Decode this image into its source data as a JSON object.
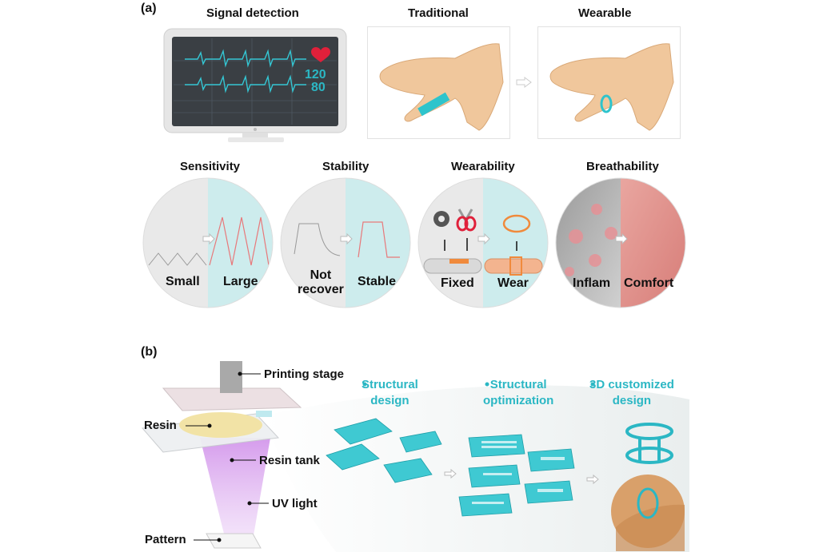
{
  "panel_a": {
    "tag": "(a)",
    "titles": {
      "signal": "Signal detection",
      "traditional": "Traditional",
      "wearable": "Wearable"
    },
    "monitor": {
      "value_top": "120",
      "value_bottom": "80"
    },
    "properties": [
      {
        "title": "Sensitivity",
        "left": "Small",
        "right": "Large"
      },
      {
        "title": "Stability",
        "left": "Not\nrecover",
        "right": "Stable"
      },
      {
        "title": "Wearability",
        "left": "Fixed",
        "right": "Wear"
      },
      {
        "title": "Breathability",
        "left": "Inflam",
        "right": "Comfort"
      }
    ]
  },
  "panel_b": {
    "tag": "(b)",
    "printer_labels": {
      "stage": "Printing stage",
      "resin": "Resin",
      "tank": "Resin tank",
      "uv": "UV light",
      "pattern": "Pattern"
    },
    "steps": [
      {
        "line1": "Structural",
        "line2": "design"
      },
      {
        "line1": "Structural",
        "line2": "optimization"
      },
      {
        "line1": "3D customized",
        "line2": "design"
      }
    ]
  },
  "colors": {
    "accent": "#2bb7c4",
    "heart": "#e0203a",
    "red_curve": "#e8787a",
    "uv": "#c77ae6"
  }
}
